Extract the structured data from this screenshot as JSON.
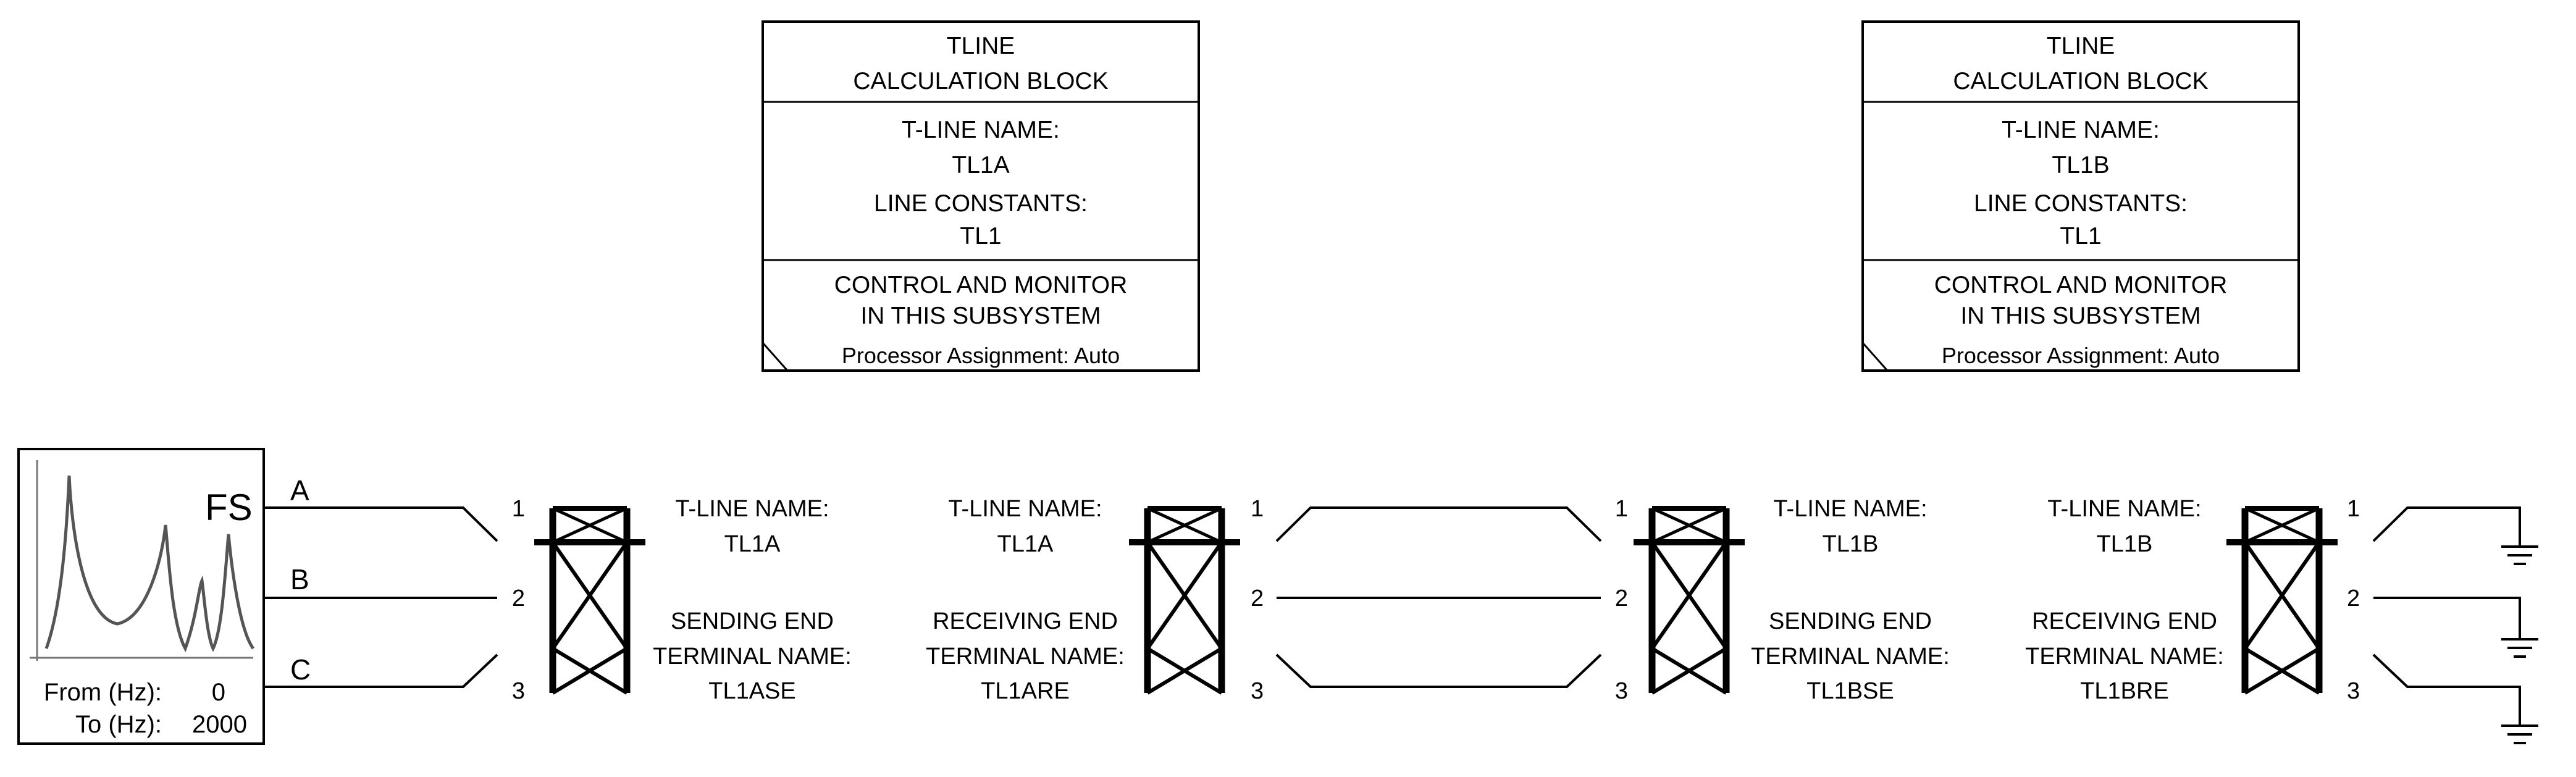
{
  "tline_blocks": [
    {
      "title_line1": "TLINE",
      "title_line2": "CALCULATION BLOCK",
      "name_label": "T-LINE NAME:",
      "name_value": "TL1A",
      "constants_label": "LINE CONSTANTS:",
      "constants_value": "TL1",
      "control_line1": "CONTROL AND MONITOR",
      "control_line2": "IN THIS SUBSYSTEM",
      "processor_assignment": "Processor Assignment: Auto"
    },
    {
      "title_line1": "TLINE",
      "title_line2": "CALCULATION BLOCK",
      "name_label": "T-LINE NAME:",
      "name_value": "TL1B",
      "constants_label": "LINE CONSTANTS:",
      "constants_value": "TL1",
      "control_line1": "CONTROL AND MONITOR",
      "control_line2": "IN THIS SUBSYSTEM",
      "processor_assignment": "Processor Assignment: Auto"
    }
  ],
  "freq_scan": {
    "label": "FS",
    "from_label": "From (Hz):",
    "from_value": "0",
    "to_label": "To (Hz):",
    "to_value": "2000"
  },
  "phases": [
    "A",
    "B",
    "C"
  ],
  "terminals": [
    {
      "name_label": "T-LINE NAME:",
      "name_value": "TL1A",
      "end_label": "SENDING  END",
      "terminal_label": "TERMINAL NAME:",
      "terminal_value": "TL1ASE",
      "ports": [
        "1",
        "2",
        "3"
      ]
    },
    {
      "name_label": "T-LINE NAME:",
      "name_value": "TL1A",
      "end_label": "RECEIVING  END",
      "terminal_label": "TERMINAL NAME:",
      "terminal_value": "TL1ARE",
      "ports": [
        "1",
        "2",
        "3"
      ]
    },
    {
      "name_label": "T-LINE NAME:",
      "name_value": "TL1B",
      "end_label": "SENDING  END",
      "terminal_label": "TERMINAL NAME:",
      "terminal_value": "TL1BSE",
      "ports": [
        "1",
        "2",
        "3"
      ]
    },
    {
      "name_label": "T-LINE NAME:",
      "name_value": "TL1B",
      "end_label": "RECEIVING  END",
      "terminal_label": "TERMINAL NAME:",
      "terminal_value": "TL1BRE",
      "ports": [
        "1",
        "2",
        "3"
      ]
    }
  ],
  "colors": {
    "line": "#000000",
    "fs_curve": "#555555",
    "background": "#ffffff"
  }
}
